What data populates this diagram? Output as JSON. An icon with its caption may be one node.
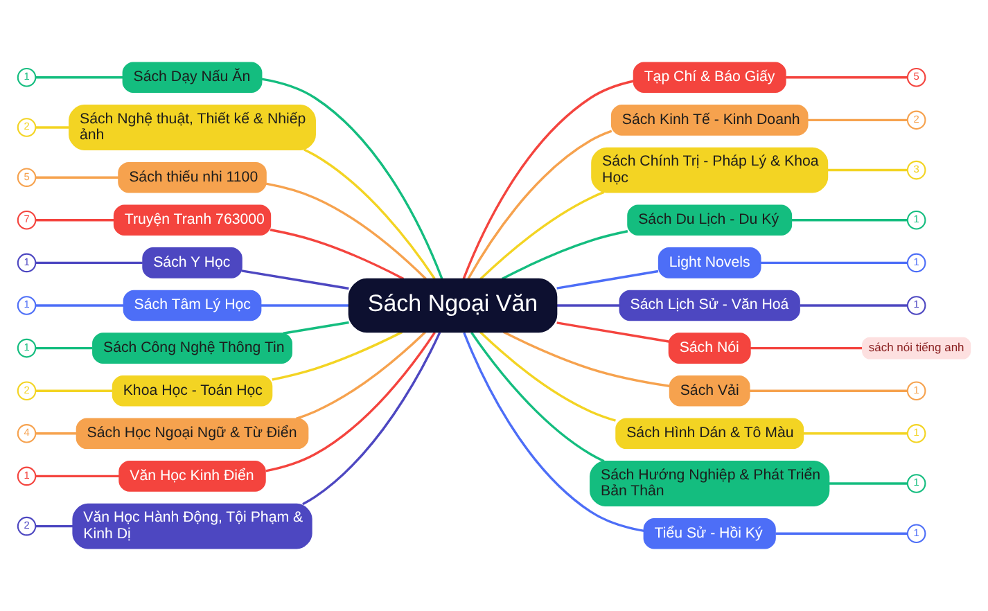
{
  "diagram": {
    "nodes": [
      {
        "text": [
          "Sách Ngoại Văn"
        ]
      },
      {
        "text": [
          "Sách Dạy Nấu Ăn"
        ]
      },
      {
        "text": [
          "1"
        ]
      },
      {
        "text": [
          "Sách Nghệ thuật, Thiết kế & Nhiếp ảnh"
        ]
      },
      {
        "text": [
          "2"
        ]
      },
      {
        "text": [
          "Sách thiếu nhi 1100"
        ]
      },
      {
        "text": [
          "5"
        ]
      },
      {
        "text": [
          "Truyện Tranh 763000"
        ]
      },
      {
        "text": [
          "7"
        ]
      },
      {
        "text": [
          "Sách Y Học"
        ]
      },
      {
        "text": [
          "1"
        ]
      },
      {
        "text": [
          "Sách Tâm Lý Học"
        ]
      },
      {
        "text": [
          "1"
        ]
      },
      {
        "text": [
          "Sách Công Nghệ Thông Tin"
        ]
      },
      {
        "text": [
          "1"
        ]
      },
      {
        "text": [
          "Khoa Học - Toán Học"
        ]
      },
      {
        "text": [
          "2"
        ]
      },
      {
        "text": [
          "Sách Học Ngoại Ngữ & Từ Điển"
        ]
      },
      {
        "text": [
          "4"
        ]
      },
      {
        "text": [
          "Văn Học Kinh Điển"
        ]
      },
      {
        "text": [
          "1"
        ]
      },
      {
        "text": [
          "Văn Học Hành Động, Tội Phạm & Kinh Dị"
        ]
      },
      {
        "text": [
          "2"
        ]
      },
      {
        "text": [
          "Tạp Chí & Báo Giấy"
        ]
      },
      {
        "text": [
          "5"
        ]
      },
      {
        "text": [
          "Sách Kinh Tế - Kinh Doanh"
        ]
      },
      {
        "text": [
          "2"
        ]
      },
      {
        "text": [
          "Sách Chính Trị - Pháp Lý & Khoa Học"
        ]
      },
      {
        "text": [
          "3"
        ]
      },
      {
        "text": [
          "Sách Du Lịch - Du Ký"
        ]
      },
      {
        "text": [
          "1"
        ]
      },
      {
        "text": [
          "Light Novels"
        ]
      },
      {
        "text": [
          "1"
        ]
      },
      {
        "text": [
          "Sách Lịch Sử - Văn Hoá"
        ]
      },
      {
        "text": [
          "1"
        ]
      },
      {
        "text": [
          "Sách Nói"
        ]
      },
      {
        "text": [
          "sách nói tiếng anh"
        ]
      },
      {
        "text": [
          "Sách Vải"
        ]
      },
      {
        "text": [
          "1"
        ]
      },
      {
        "text": [
          "Sách Hình Dán & Tô Màu"
        ]
      },
      {
        "text": [
          "1"
        ]
      },
      {
        "text": [
          "Sách Hướng Nghiệp & Phát Triển Bản Thân"
        ]
      },
      {
        "text": [
          "1"
        ]
      },
      {
        "text": [
          "Tiểu Sử - Hồi Ký"
        ]
      },
      {
        "text": [
          "1"
        ]
      }
    ],
    "edges": [
      {
        "from": 1,
        "to": 0,
        "arrow": "none",
        "color": "#14bd7f"
      },
      {
        "from": 2,
        "to": 1,
        "arrow": "none",
        "color": "#14bd7f"
      },
      {
        "from": 3,
        "to": 0,
        "arrow": "none",
        "color": "#f3d423"
      },
      {
        "from": 4,
        "to": 3,
        "arrow": "none",
        "color": "#f3d423"
      },
      {
        "from": 5,
        "to": 0,
        "arrow": "none",
        "color": "#f6a24e"
      },
      {
        "from": 6,
        "to": 5,
        "arrow": "none",
        "color": "#f6a24e"
      },
      {
        "from": 7,
        "to": 0,
        "arrow": "none",
        "color": "#f4443e"
      },
      {
        "from": 8,
        "to": 7,
        "arrow": "none",
        "color": "#f4443e"
      },
      {
        "from": 9,
        "to": 0,
        "arrow": "none",
        "color": "#4d47c1"
      },
      {
        "from": 10,
        "to": 9,
        "arrow": "none",
        "color": "#4d47c1"
      },
      {
        "from": 11,
        "to": 0,
        "arrow": "none",
        "color": "#4d6ef7"
      },
      {
        "from": 12,
        "to": 11,
        "arrow": "none",
        "color": "#4d6ef7"
      },
      {
        "from": 13,
        "to": 0,
        "arrow": "none",
        "color": "#14bd7f"
      },
      {
        "from": 14,
        "to": 13,
        "arrow": "none",
        "color": "#14bd7f"
      },
      {
        "from": 15,
        "to": 0,
        "arrow": "none",
        "color": "#f3d423"
      },
      {
        "from": 16,
        "to": 15,
        "arrow": "none",
        "color": "#f3d423"
      },
      {
        "from": 17,
        "to": 0,
        "arrow": "none",
        "color": "#f6a24e"
      },
      {
        "from": 18,
        "to": 17,
        "arrow": "none",
        "color": "#f6a24e"
      },
      {
        "from": 19,
        "to": 0,
        "arrow": "none",
        "color": "#f4443e"
      },
      {
        "from": 20,
        "to": 19,
        "arrow": "none",
        "color": "#f4443e"
      },
      {
        "from": 21,
        "to": 0,
        "arrow": "none",
        "color": "#4d47c1"
      },
      {
        "from": 22,
        "to": 21,
        "arrow": "none",
        "color": "#4d47c1"
      },
      {
        "from": 0,
        "to": 23,
        "arrow": "none",
        "color": "#f4443e"
      },
      {
        "from": 23,
        "to": 24,
        "arrow": "none",
        "color": "#f4443e"
      },
      {
        "from": 0,
        "to": 25,
        "arrow": "none",
        "color": "#f6a24e"
      },
      {
        "from": 25,
        "to": 26,
        "arrow": "none",
        "color": "#f6a24e"
      },
      {
        "from": 0,
        "to": 27,
        "arrow": "none",
        "color": "#f3d423"
      },
      {
        "from": 27,
        "to": 28,
        "arrow": "none",
        "color": "#f3d423"
      },
      {
        "from": 0,
        "to": 29,
        "arrow": "none",
        "color": "#14bd7f"
      },
      {
        "from": 29,
        "to": 30,
        "arrow": "none",
        "color": "#14bd7f"
      },
      {
        "from": 0,
        "to": 31,
        "arrow": "none",
        "color": "#4d6ef7"
      },
      {
        "from": 31,
        "to": 32,
        "arrow": "none",
        "color": "#4d6ef7"
      },
      {
        "from": 0,
        "to": 33,
        "arrow": "none",
        "color": "#4d47c1"
      },
      {
        "from": 33,
        "to": 34,
        "arrow": "none",
        "color": "#4d47c1"
      },
      {
        "from": 0,
        "to": 35,
        "arrow": "none",
        "color": "#f4443e"
      },
      {
        "from": 35,
        "to": 36,
        "arrow": "none",
        "color": "#f4443e"
      },
      {
        "from": 0,
        "to": 37,
        "arrow": "none",
        "color": "#f6a24e"
      },
      {
        "from": 37,
        "to": 38,
        "arrow": "none",
        "color": "#f6a24e"
      },
      {
        "from": 0,
        "to": 39,
        "arrow": "none",
        "color": "#f3d423"
      },
      {
        "from": 39,
        "to": 40,
        "arrow": "none",
        "color": "#f3d423"
      },
      {
        "from": 0,
        "to": 41,
        "arrow": "none",
        "color": "#14bd7f"
      },
      {
        "from": 41,
        "to": 42,
        "arrow": "none",
        "color": "#14bd7f"
      },
      {
        "from": 0,
        "to": 43,
        "arrow": "none",
        "color": "#4d6ef7"
      },
      {
        "from": 43,
        "to": 44,
        "arrow": "none",
        "color": "#4d6ef7"
      }
    ]
  }
}
